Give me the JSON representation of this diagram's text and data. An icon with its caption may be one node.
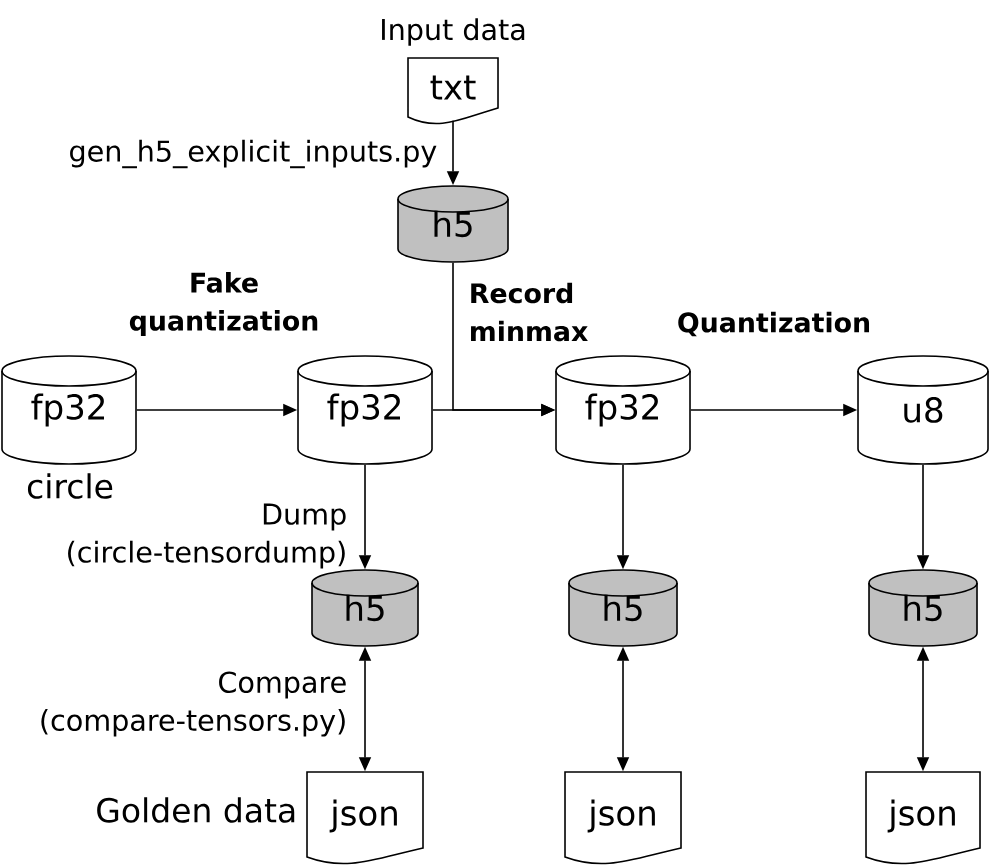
{
  "diagram": {
    "nodes": [
      {
        "text": [
          "txt"
        ],
        "beside": [
          "Input data"
        ]
      },
      {
        "text": [
          "h5"
        ]
      },
      {
        "text": [
          "fp32"
        ],
        "beside": [
          "circle"
        ]
      },
      {
        "text": [
          "fp32"
        ]
      },
      {
        "text": [
          "fp32"
        ]
      },
      {
        "text": [
          "u8"
        ]
      },
      {
        "text": [
          "h5"
        ]
      },
      {
        "text": [
          "h5"
        ]
      },
      {
        "text": [
          "h5"
        ]
      },
      {
        "text": [
          "json"
        ],
        "beside": [
          "Golden data"
        ]
      },
      {
        "text": [
          "json"
        ]
      },
      {
        "text": [
          "json"
        ]
      }
    ],
    "edges": [
      {
        "from": 0,
        "to": 1,
        "arrow": "to",
        "label": "gen_h5_explicit_inputs.py"
      },
      {
        "from": 2,
        "to": 3,
        "arrow": "to",
        "label": "Fake quantization"
      },
      {
        "from": 1,
        "to": 4,
        "arrow": "to",
        "label": "Record minmax"
      },
      {
        "from": 3,
        "to": 4,
        "arrow": "to"
      },
      {
        "from": 4,
        "to": 5,
        "arrow": "to",
        "label": "Quantization"
      },
      {
        "from": 3,
        "to": 6,
        "arrow": "to",
        "label": "Dump (circle-tensordump)"
      },
      {
        "from": 4,
        "to": 7,
        "arrow": "to"
      },
      {
        "from": 5,
        "to": 8,
        "arrow": "to"
      },
      {
        "from": 6,
        "to": 9,
        "arrow": "both",
        "label": "Compare (compare-tensors.py)"
      },
      {
        "from": 7,
        "to": 10,
        "arrow": "both"
      },
      {
        "from": 8,
        "to": 11,
        "arrow": "both"
      }
    ]
  }
}
